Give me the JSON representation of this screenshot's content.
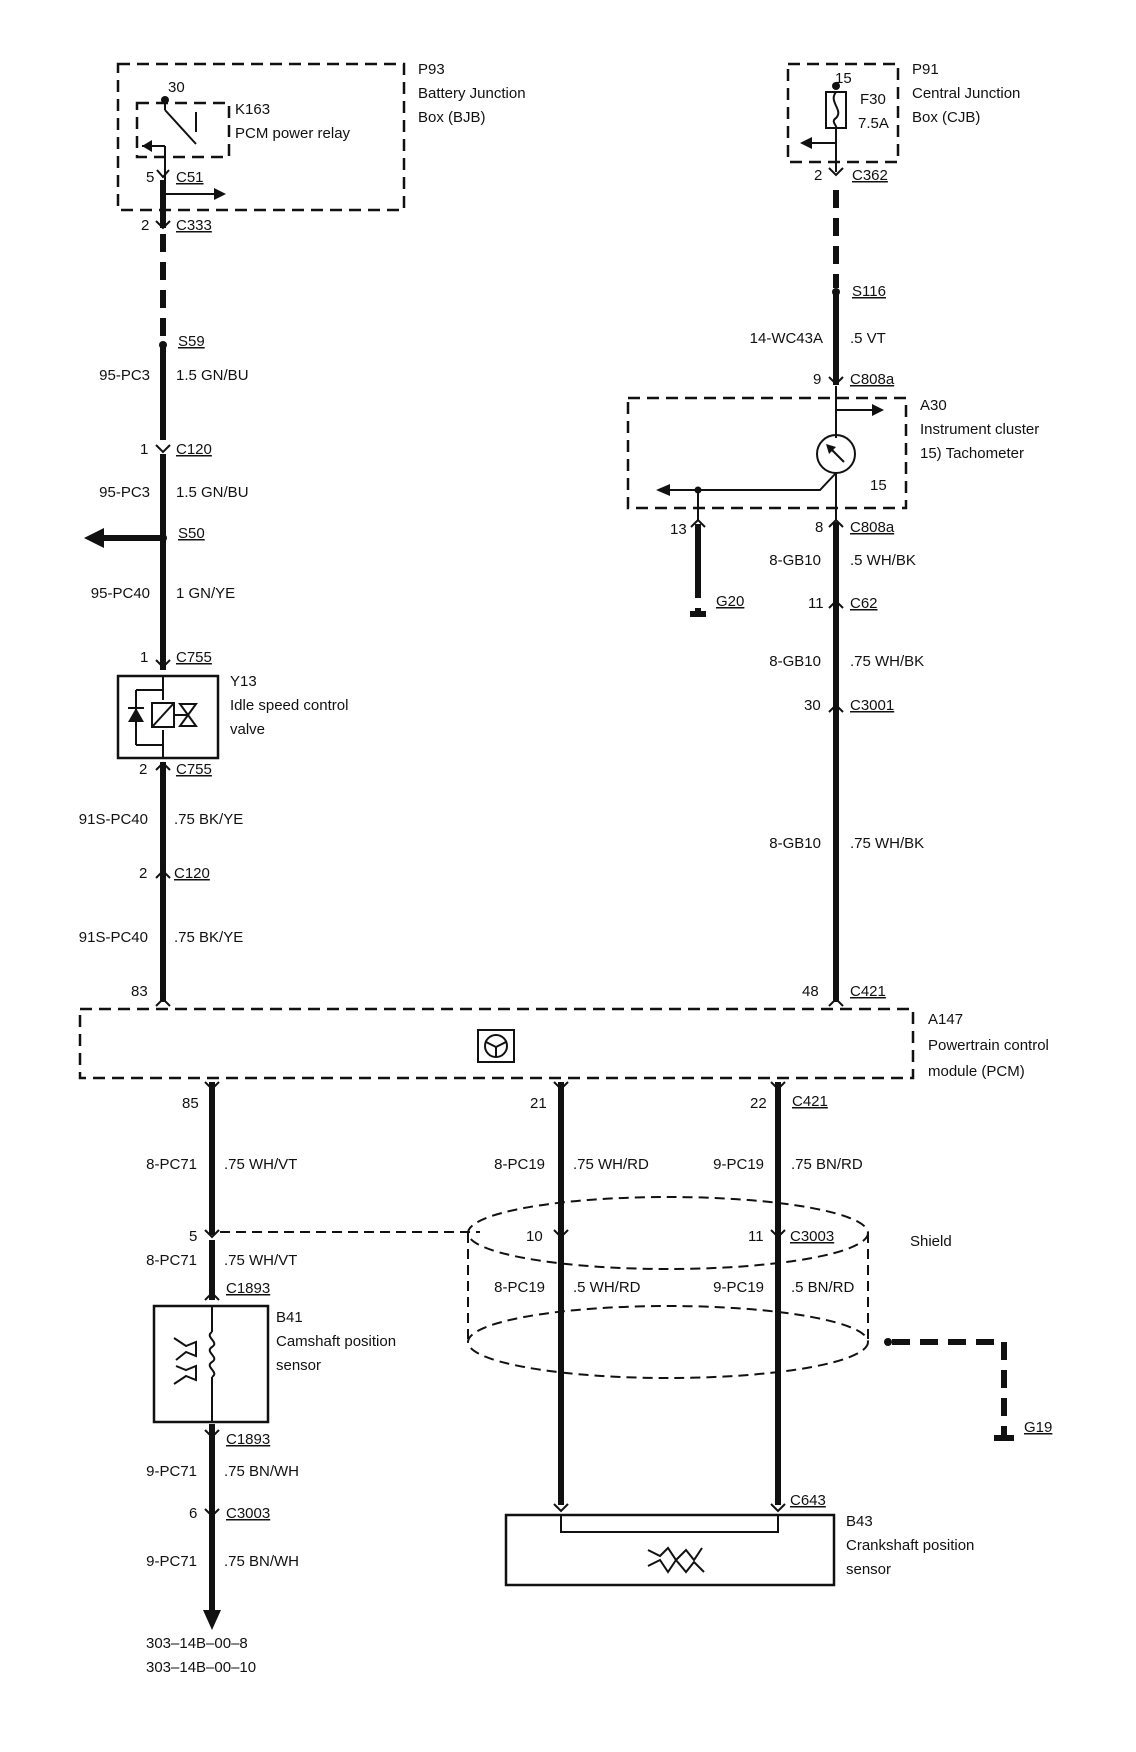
{
  "diagram": {
    "components": {
      "p93": {
        "id": "P93",
        "line1": "Battery Junction",
        "line2": "Box (BJB)"
      },
      "k163": {
        "id": "K163",
        "name": "PCM power relay",
        "pin": "30"
      },
      "p91": {
        "id": "P91",
        "line1": "Central Junction",
        "line2": "Box (CJB)"
      },
      "f30": {
        "id": "F30",
        "rating": "7.5A",
        "pin": "15"
      },
      "a30": {
        "id": "A30",
        "line1": "Instrument cluster",
        "line2": "15)  Tachometer",
        "pin": "15"
      },
      "y13": {
        "id": "Y13",
        "line1": "Idle speed control",
        "line2": "valve"
      },
      "a147": {
        "id": "A147",
        "line1": "Powertrain control",
        "line2": "module (PCM)"
      },
      "b41": {
        "id": "B41",
        "line1": "Camshaft position",
        "line2": "sensor"
      },
      "b43": {
        "id": "B43",
        "line1": "Crankshaft position",
        "line2": "sensor"
      },
      "shield": {
        "name": "Shield"
      }
    },
    "connectors": {
      "c51": {
        "pin": "5",
        "name": "C51"
      },
      "c333": {
        "pin": "2",
        "name": "C333"
      },
      "s59": {
        "name": "S59"
      },
      "c120a": {
        "pin": "1",
        "name": "C120"
      },
      "s50": {
        "name": "S50"
      },
      "c755a": {
        "pin": "1",
        "name": "C755"
      },
      "c755b": {
        "pin": "2",
        "name": "C755"
      },
      "c120b": {
        "pin": "2",
        "name": "C120"
      },
      "pcm83": {
        "pin": "83"
      },
      "c362": {
        "pin": "2",
        "name": "C362"
      },
      "s116": {
        "name": "S116"
      },
      "c808a_top": {
        "pin": "9",
        "name": "C808a"
      },
      "c808a_bot": {
        "pin": "8",
        "name": "C808a"
      },
      "g20": {
        "pin": "13",
        "name": "G20"
      },
      "c62": {
        "pin": "11",
        "name": "C62"
      },
      "c3001": {
        "pin": "30",
        "name": "C3001"
      },
      "c421_top": {
        "pin": "48",
        "name": "C421"
      },
      "pcm85": {
        "pin": "85"
      },
      "pcm21": {
        "pin": "21"
      },
      "c421_bot": {
        "pin": "22",
        "name": "C421"
      },
      "c3003_l": {
        "pin": "5"
      },
      "c3003_m": {
        "pin": "10"
      },
      "c3003_r": {
        "pin": "11",
        "name": "C3003"
      },
      "c1893a": {
        "name": "C1893"
      },
      "c1893b": {
        "name": "C1893"
      },
      "c3003b": {
        "pin": "6",
        "name": "C3003"
      },
      "c643": {
        "name": "C643"
      },
      "g19": {
        "name": "G19"
      }
    },
    "wires": {
      "w1": {
        "circuit": "95-PC3",
        "spec": "1.5 GN/BU"
      },
      "w2": {
        "circuit": "95-PC3",
        "spec": "1.5 GN/BU"
      },
      "w3": {
        "circuit": "95-PC40",
        "spec": "1 GN/YE"
      },
      "w4": {
        "circuit": "91S-PC40",
        "spec": ".75 BK/YE"
      },
      "w5": {
        "circuit": "91S-PC40",
        "spec": ".75 BK/YE"
      },
      "w6": {
        "circuit": "14-WC43A",
        "spec": ".5 VT"
      },
      "w7": {
        "circuit": "8-GB10",
        "spec": ".5 WH/BK"
      },
      "w8": {
        "circuit": "8-GB10",
        "spec": ".75 WH/BK"
      },
      "w9": {
        "circuit": "8-GB10",
        "spec": ".75 WH/BK"
      },
      "w10": {
        "circuit": "8-PC71",
        "spec": ".75 WH/VT"
      },
      "w11": {
        "circuit": "8-PC19",
        "spec": ".75 WH/RD"
      },
      "w12": {
        "circuit": "9-PC19",
        "spec": ".75 BN/RD"
      },
      "w13": {
        "circuit": "8-PC71",
        "spec": ".75 WH/VT"
      },
      "w14": {
        "circuit": "8-PC19",
        "spec": ".5 WH/RD"
      },
      "w15": {
        "circuit": "9-PC19",
        "spec": ".5 BN/RD"
      },
      "w16": {
        "circuit": "9-PC71",
        "spec": ".75 BN/WH"
      },
      "w17": {
        "circuit": "9-PC71",
        "spec": ".75 BN/WH"
      }
    },
    "references": {
      "ref1": "303–14B–00–8",
      "ref2": "303–14B–00–10"
    }
  }
}
